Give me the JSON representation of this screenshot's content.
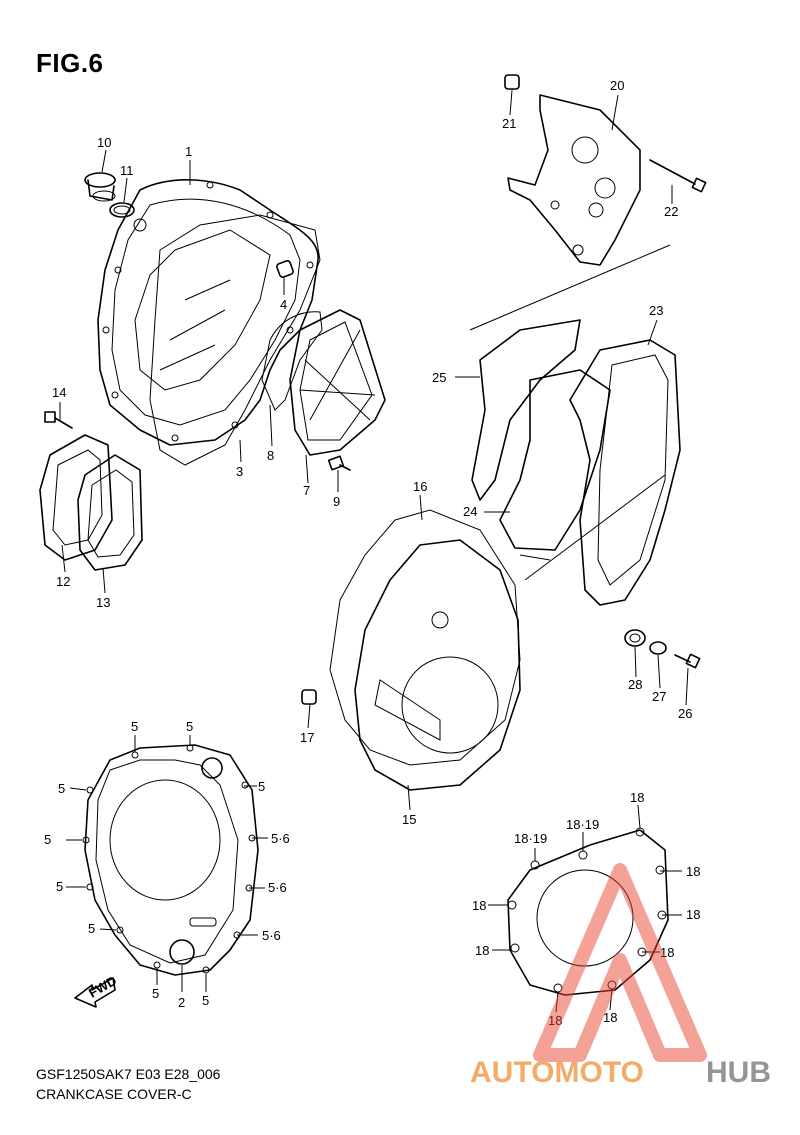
{
  "figure": {
    "title": "FIG.6",
    "model_code": "GSF1250SAK7 E03 E28_006",
    "caption": "CRANKCASE COVER-C"
  },
  "fwd_label": "FWD",
  "callouts": {
    "c1": "1",
    "c2": "2",
    "c3": "3",
    "c4": "4",
    "c5a": "5",
    "c5b": "5",
    "c5c": "5",
    "c5d": "5",
    "c5e": "5",
    "c5f": "5",
    "c5g": "5",
    "c5h": "5",
    "c5i": "5",
    "c56a": "5·6",
    "c56b": "5·6",
    "c56c": "5·6",
    "c7": "7",
    "c8": "8",
    "c9": "9",
    "c10": "10",
    "c11": "11",
    "c12": "12",
    "c13": "13",
    "c14": "14",
    "c15": "15",
    "c16": "16",
    "c17": "17",
    "c18a": "18",
    "c18b": "18",
    "c18c": "18",
    "c18d": "18",
    "c18e": "18",
    "c18f": "18",
    "c18g": "18",
    "c18h": "18",
    "c1819a": "18·19",
    "c1819b": "18·19",
    "c20": "20",
    "c21": "21",
    "c22": "22",
    "c23": "23",
    "c24": "24",
    "c25": "25",
    "c26": "26",
    "c27": "27",
    "c28": "28"
  },
  "watermark": {
    "part1": "AUTOMOTO",
    "part2": "HUB",
    "color_orange": "#f2a35a",
    "color_gray": "#8a8a8a",
    "color_red": "#e8402f"
  }
}
